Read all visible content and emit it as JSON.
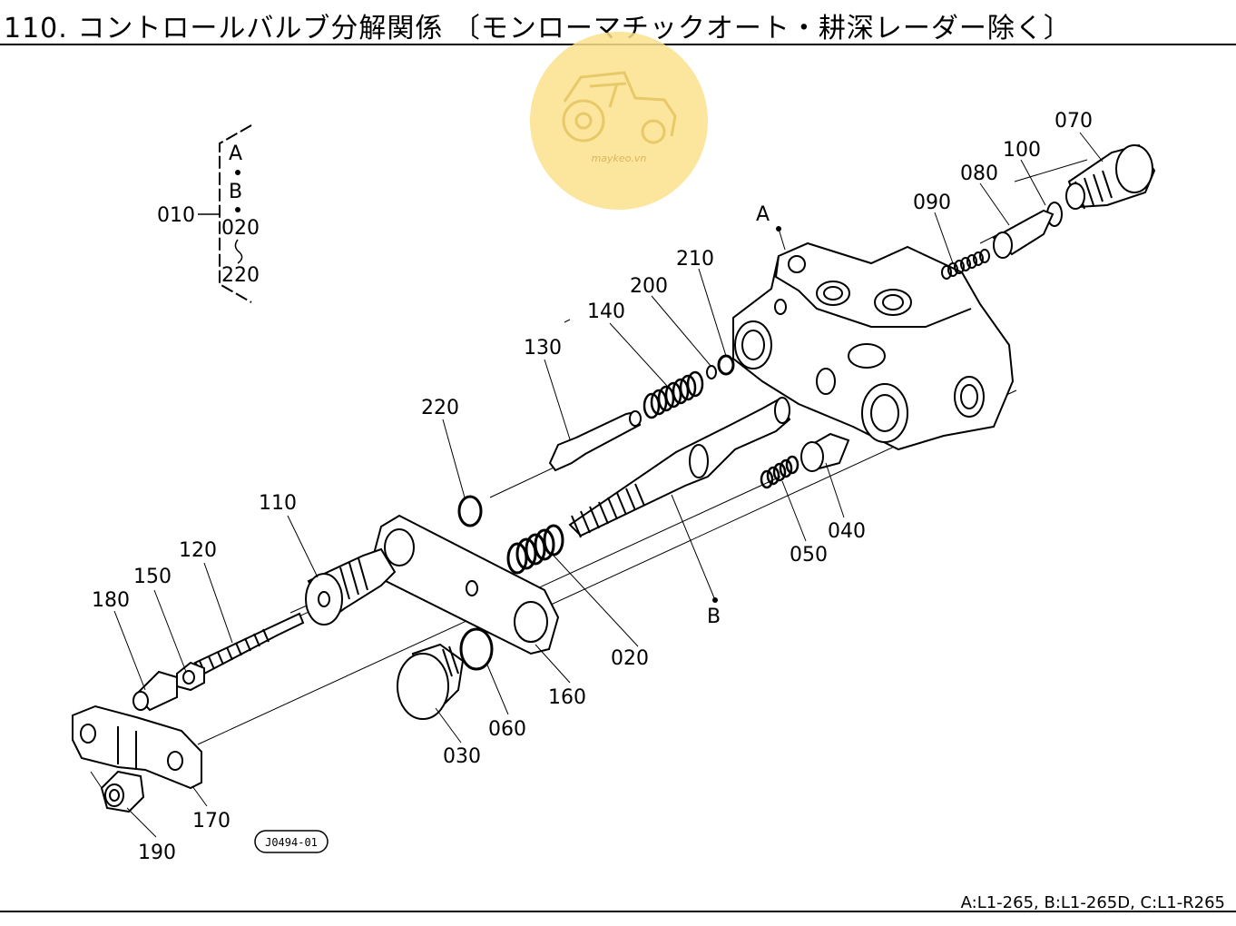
{
  "title": "110. コントロールバルブ分解関係 〔モンローマチックオート・耕深レーダー除く〕",
  "watermark": "maykeo.vn",
  "figure_code": "J0494-01",
  "footer_models": "A:L1-265, B:L1-265D, C:L1-R265",
  "variant_box": {
    "part": "010",
    "a": "A",
    "b": "B",
    "range_from": "020",
    "range_to": "220"
  },
  "points": {
    "a": "A",
    "b": "B"
  },
  "parts": {
    "p020": "020",
    "p030": "030",
    "p040": "040",
    "p050": "050",
    "p060": "060",
    "p070": "070",
    "p080": "080",
    "p090": "090",
    "p100": "100",
    "p110": "110",
    "p120": "120",
    "p130": "130",
    "p140": "140",
    "p150": "150",
    "p160": "160",
    "p170": "170",
    "p180": "180",
    "p190": "190",
    "p200": "200",
    "p210": "210",
    "p220": "220"
  },
  "colors": {
    "line": "#000000",
    "watermark": "#fbe28c",
    "background": "#ffffff"
  }
}
